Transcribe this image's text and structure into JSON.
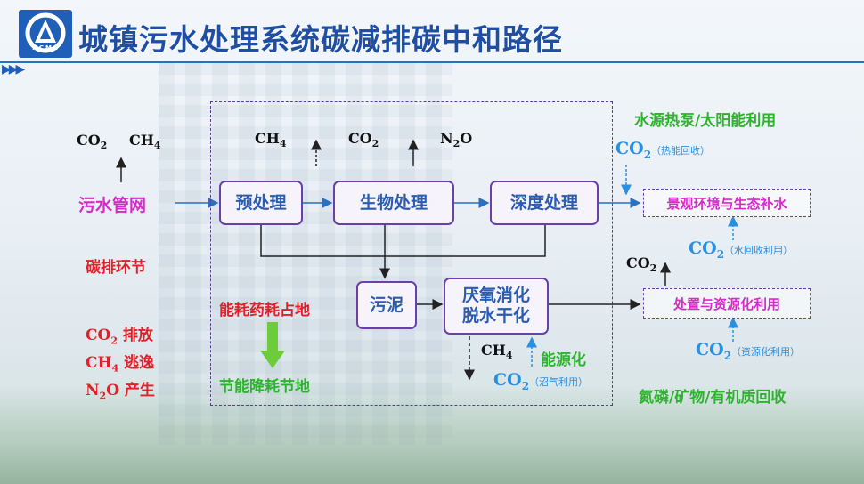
{
  "title": "城镇污水处理系统碳减排碳中和路径",
  "logo": {
    "text": "NCME"
  },
  "nodes": {
    "sewer": "污水管网",
    "pretreatment": "预处理",
    "biological": "生物处理",
    "advanced": "深度处理",
    "sludge": "污泥",
    "digestion_line1": "厌氧消化",
    "digestion_line2": "脱水干化",
    "landscape": "景观环境与生态补水",
    "disposal": "处置与资源化利用"
  },
  "emissions": {
    "sewer_co2": "CO",
    "sub2": "2",
    "sewer_ch4": "CH",
    "sub4": "4",
    "top_ch4": "CH",
    "top_co2": "CO",
    "top_n2o_n": "N",
    "top_n2o_o": "O",
    "digestion_ch4": "CH",
    "disposal_co2": "CO"
  },
  "labels": {
    "carbon_link": "碳排环节",
    "co2_emit_suffix": " 排放",
    "ch4_escape_suffix": " 逃逸",
    "n2o_produce_suffix": " 产生",
    "energy_land": "能耗药耗占地",
    "save_energy": "节能降耗节地",
    "heat_pump": "水源热泵/太阳能利用",
    "energy_recovery": "能源化",
    "resource_recovery": "氮磷/矿物/有机质回收"
  },
  "co2_notes": {
    "heat": "（热能回收）",
    "water": "（水回收利用）",
    "resource": "（资源化利用）",
    "biogas": "（沼气利用）"
  },
  "colors": {
    "title": "#1f4fa3",
    "box_border": "#6a3fa8",
    "green": "#2fb32f",
    "red": "#e0202a",
    "magenta": "#d52bc8",
    "blue": "#2b8fe0"
  }
}
